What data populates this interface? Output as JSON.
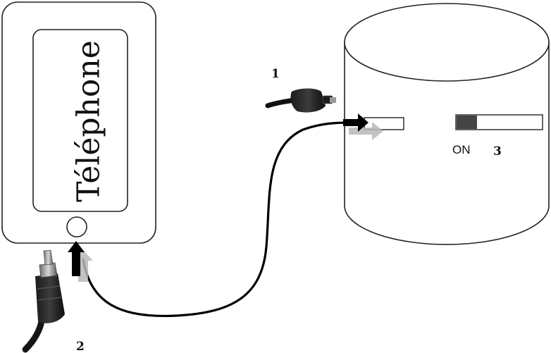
{
  "phone": {
    "label": "Téléphone"
  },
  "steps": {
    "step1": "1",
    "step2": "2",
    "step3": "3"
  },
  "switch": {
    "label": "ON"
  },
  "colors": {
    "outline": "#222222",
    "cable": "#000000",
    "switch_knob": "#444444"
  },
  "icons": [
    "usb-plug-icon",
    "jack-plug-icon",
    "arrow-icon"
  ]
}
